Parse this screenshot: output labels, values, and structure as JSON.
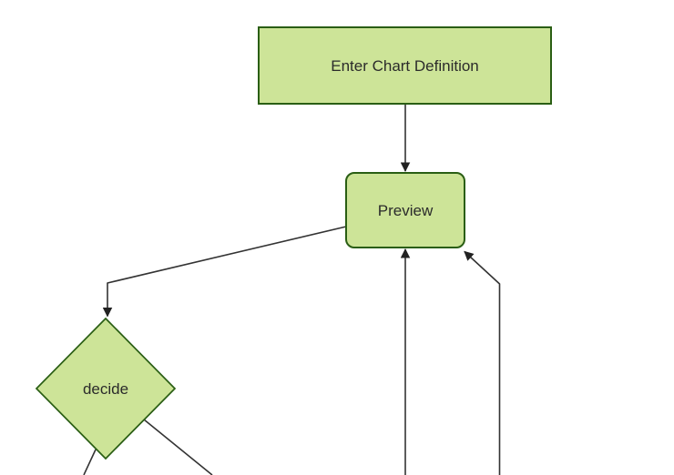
{
  "diagram": {
    "type": "flowchart",
    "orientation": "top-down",
    "theme": {
      "node_fill": "#cde498",
      "node_stroke": "#2a5e14",
      "edge_color": "#333333",
      "arrow_color": "#222222",
      "text_color": "#2b2b2b",
      "background": "#ffffff"
    },
    "nodes": [
      {
        "id": "enter-chart-definition",
        "label": "Enter Chart Definition",
        "shape": "rectangle"
      },
      {
        "id": "preview",
        "label": "Preview",
        "shape": "rounded-rectangle"
      },
      {
        "id": "decide",
        "label": "decide",
        "shape": "diamond"
      }
    ],
    "edges": [
      {
        "from": "enter-chart-definition",
        "to": "preview",
        "style": "arrow"
      },
      {
        "from": "preview",
        "to": "decide",
        "style": "arrow"
      },
      {
        "from": "offscreen-bottom",
        "to": "preview",
        "style": "arrow"
      },
      {
        "from": "offscreen-bottom",
        "to": "preview",
        "style": "arrow"
      },
      {
        "from": "decide",
        "to": "offscreen-bottom-left",
        "style": "line-cut-off"
      },
      {
        "from": "decide",
        "to": "offscreen-bottom-right",
        "style": "line-cut-off"
      }
    ]
  }
}
